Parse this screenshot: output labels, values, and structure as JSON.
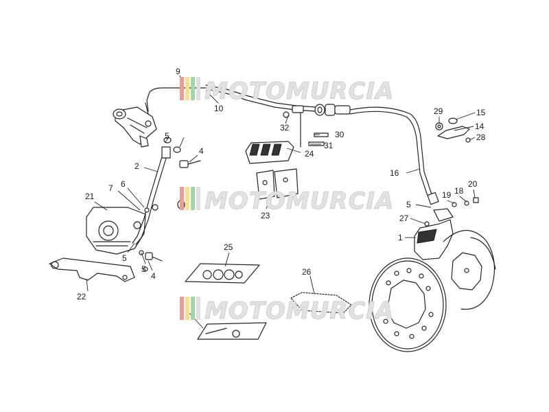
{
  "watermark": {
    "text": "MOTOMURCIA",
    "stripe_colors": [
      "#e53935",
      "#f4b400",
      "#43a047",
      "#9e9e9e"
    ]
  },
  "callouts": {
    "n1": "1",
    "n2": "2",
    "n4a": "4",
    "n4b": "4",
    "n5a": "5",
    "n5b": "5",
    "n5c": "5",
    "n5d": "5",
    "n6": "6",
    "n7": "7",
    "n9": "9",
    "n10": "10",
    "n14": "14",
    "n15": "15",
    "n16": "16",
    "n18": "18",
    "n19": "19",
    "n20": "20",
    "n21": "21",
    "n22": "22",
    "n23": "23",
    "n24": "24",
    "n25": "25",
    "n26": "26",
    "n27": "27",
    "n28": "28",
    "n29": "29",
    "n30": "30",
    "n31": "31",
    "n32": "32"
  }
}
